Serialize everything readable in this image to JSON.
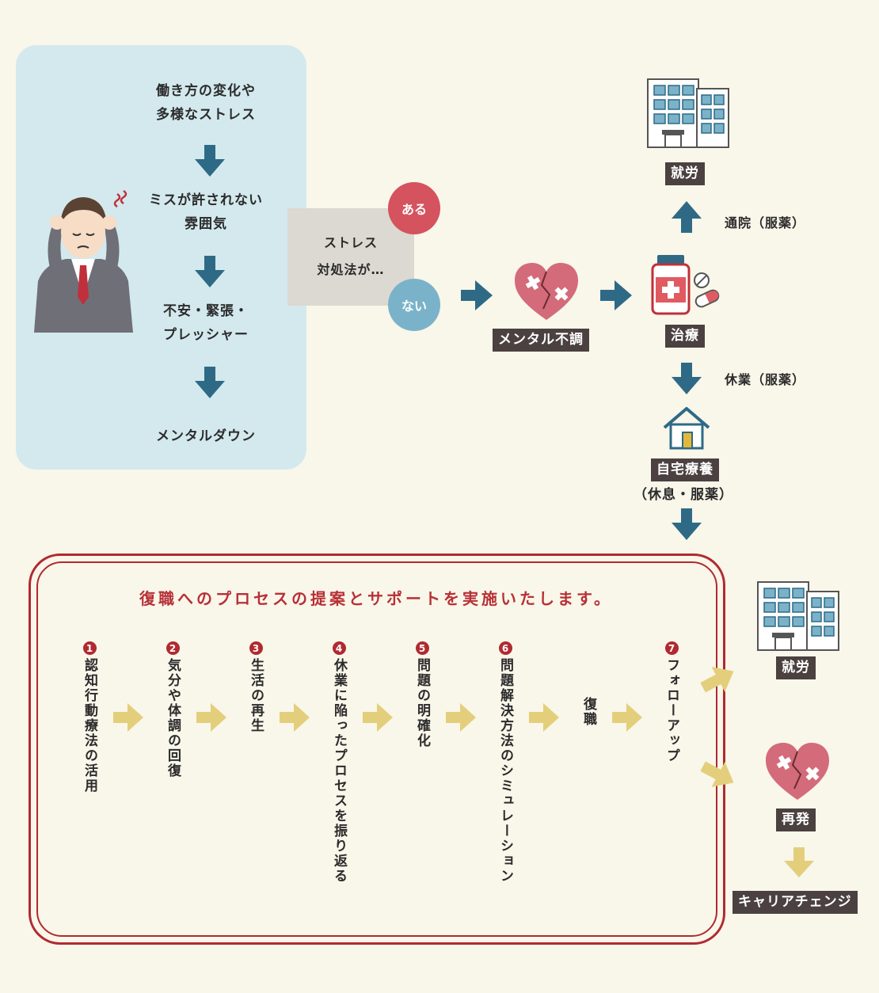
{
  "left_panel": {
    "line1a": "働き方の変化や",
    "line1b": "多様なストレス",
    "line2a": "ミスが許されない",
    "line2b": "雰囲気",
    "line3a": "不安・緊張・",
    "line3b": "プレッシャー",
    "line4": "メンタルダウン"
  },
  "coping": {
    "line1": "ストレス",
    "line2": "対処法が…",
    "yes": "ある",
    "no": "ない"
  },
  "flow": {
    "mental": "メンタル不調",
    "treatment": "治療",
    "work_top": "就労",
    "to_work_note": "通院（服薬）",
    "leave_note": "休業（服薬）",
    "home_rest": "自宅療養",
    "home_rest_sub": "（休息・服薬）"
  },
  "process": {
    "title": "復職へのプロセスの提案とサポートを実施いたします。",
    "steps": [
      {
        "num": "1",
        "text": "認知行動療法の活用"
      },
      {
        "num": "2",
        "text": "気分や体調の回復"
      },
      {
        "num": "3",
        "text": "生活の再生"
      },
      {
        "num": "4",
        "text": "休業に陥ったプロセスを振り返る"
      },
      {
        "num": "5",
        "text": "問題の明確化"
      },
      {
        "num": "6",
        "text": "問題解決方法のシミュレーション"
      },
      {
        "num": "",
        "text": "復職"
      },
      {
        "num": "7",
        "text": "フォローアップ"
      }
    ]
  },
  "outcomes": {
    "work": "就労",
    "relapse": "再発",
    "career": "キャリアチェンジ"
  },
  "colors": {
    "panel": "#d3e9ee",
    "arrow_blue": "#2e6a86",
    "arrow_gold": "#e3cf7b",
    "red": "#b02a30",
    "yes": "#d4535e",
    "no": "#7ab3c9",
    "label_bg": "#4a4140"
  }
}
